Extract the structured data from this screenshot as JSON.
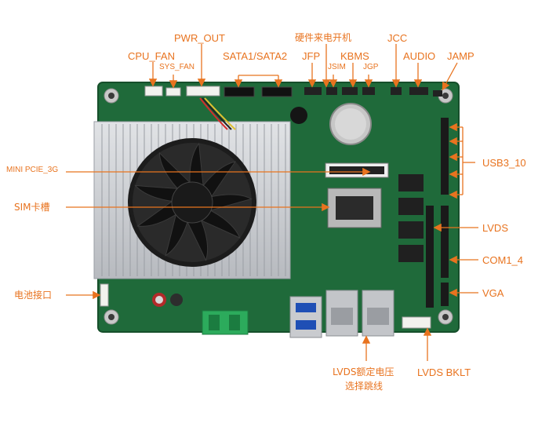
{
  "colors": {
    "accent": "#e8731f",
    "pcb": "#1f6a3a",
    "heatsink": "#c9ccd0",
    "fan": "#1c1c1c",
    "terminal": "#2cab5c"
  },
  "labels": {
    "pwr_out": "PWR_OUT",
    "cpu_fan": "CPU_FAN",
    "sys_fan": "SYS_FAN",
    "sata": "SATA1/SATA2",
    "jfp": "JFP",
    "power_button": "硬件来电开机",
    "jsim": "JSIM",
    "kbms": "KBMS",
    "jgp": "JGP",
    "jcc": "JCC",
    "audio": "AUDIO",
    "jamp": "JAMP",
    "mini_pcie": "MINI PCIE_3G",
    "sim_slot": "SIM卡槽",
    "battery": "电池接口",
    "usb3": "USB3_10",
    "lvds": "LVDS",
    "com": "COM1_4",
    "vga": "VGA",
    "lvds_jumper_line1": "LVDS额定电压",
    "lvds_jumper_line2": "选择跳线",
    "lvds_bklt": "LVDS BKLT"
  }
}
